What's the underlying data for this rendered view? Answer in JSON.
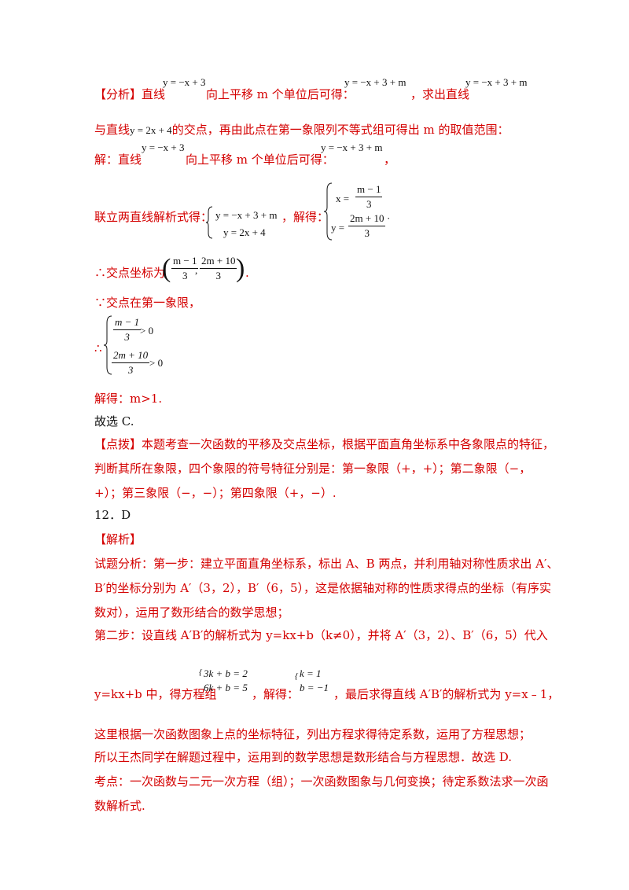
{
  "analysis": {
    "tag": "【分析】",
    "t1": "直线",
    "eq_orig": "y = −x + 3",
    "t2": "向上平移 m 个单位后可得：",
    "eq_shift": "y = −x + 3 + m",
    "t3": "，求出直线",
    "eq_shift2": "y = −x + 3 + m",
    "line2_a": "与直线",
    "eq_line2": "y = 2x + 4",
    "line2_b": "的交点，再由此点在第一象限列不等式组可得出 m 的取值范围："
  },
  "solution": {
    "s1_a": "解：直线",
    "s1_eq1": "y = −x + 3",
    "s1_b": "向上平移 m 个单位后可得：",
    "s1_eq2": "y = −x + 3 + m",
    "s1_c": "，",
    "s2_a": "联立两直线解析式得：",
    "sys_r1": "y = −x + 3 + m",
    "sys_r2": "y = 2x + 4",
    "s2_b": "，解得：",
    "sol_x": "x =",
    "sol_x_num": "m − 1",
    "sol_x_den": "3",
    "sol_y": "y =",
    "sol_y_num": "2m + 10",
    "sol_y_den": "3",
    "sol_dot": "·",
    "s3_a": "∴交点坐标为",
    "pt_num1": "m − 1",
    "pt_den1": "3",
    "pt_comma": ",",
    "pt_num2": "2m + 10",
    "pt_den2": "3",
    "s3_b": ".",
    "s4": "∵交点在第一象限，",
    "therefore": "∴",
    "ineq1_num": "m − 1",
    "ineq1_den": "3",
    "ineq1_rel": "> 0",
    "ineq2_num": "2m + 10",
    "ineq2_den": "3",
    "ineq2_rel": "> 0",
    "result": "解得：m>1.",
    "choice": "故选 C."
  },
  "tips": {
    "tag": "【点拨】",
    "l1": "本题考查一次函数的平移及交点坐标，根据平面直角坐标系中各象限点的特征，",
    "l2": "判断其所在象限，四个象限的符号特征分别是：第一象限（+，+）；第二象限（−，",
    "l3": "+）；第三象限（−，−）；第四象限（+，−）."
  },
  "q12": {
    "header": "12．D",
    "tag": "【解析】",
    "p1": "试题分析：第一步：建立平面直角坐标系，标出 A、B 两点，并利用轴对称性质求出 A′、",
    "p2": "B′的坐标分别为 A′（3，2），B′（6，5），这是依据轴对称的性质求得点的坐标（有序实",
    "p3": "数对），运用了数形结合的数学思想；",
    "p4": "第二步：设直线 A′B′的解析式为 y=kx+b（k≠0），并将 A′（3，2）、B′（6，5）代入",
    "p5_a": "y=kx+b 中，得方程组",
    "eqs_r1": "3k + b = 2",
    "eqs_r2": "6k + b = 5",
    "p5_b": "，解得：",
    "sol_r1": "k = 1",
    "sol_r2": "b = −1",
    "p5_c": "，最后求得直线 A′B′的解析式为 y=x﹣1，",
    "p6": "这里根据一次函数图象上点的坐标特征，列出方程求得待定系数，运用了方程思想；",
    "p7": "所以王杰同学在解题过程中，运用到的数学思想是数形结合与方程思想．故选 D.",
    "p8": "考点：一次函数与二元一次方程（组）；一次函数图象与几何变换；待定系数法求一次函",
    "p9": "数解析式."
  }
}
